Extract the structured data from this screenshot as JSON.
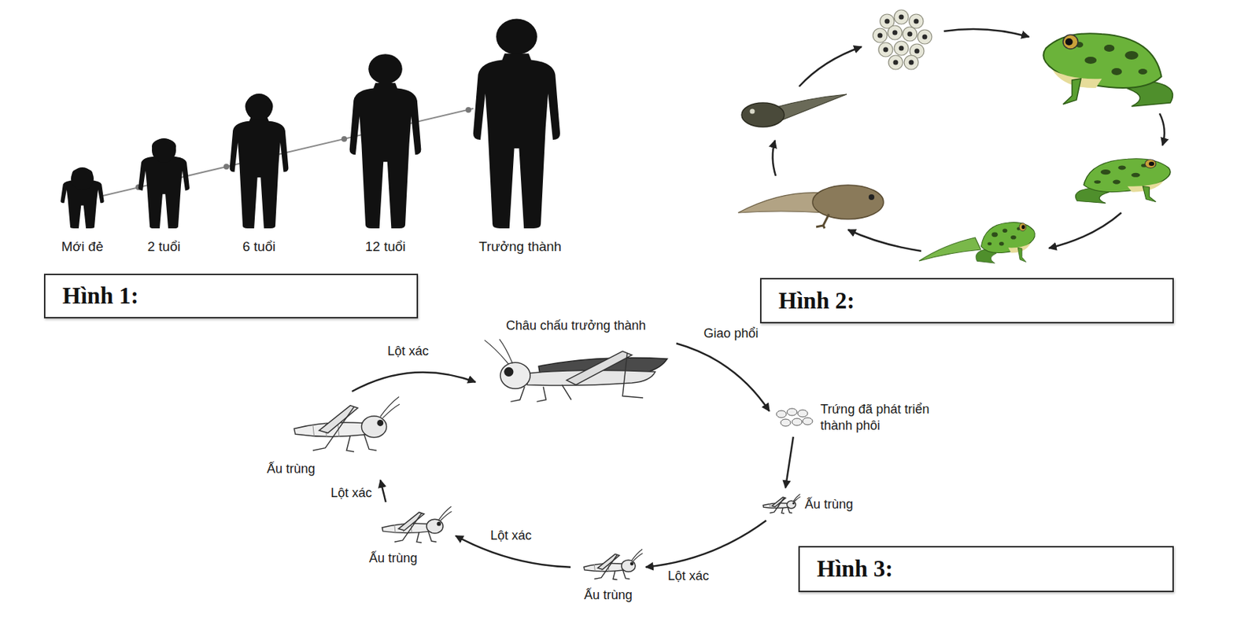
{
  "diagram": {
    "nodes": [
      {
        "text": [
          "Hình 1:"
        ]
      },
      {
        "text": [
          "Hình 2:"
        ]
      },
      {
        "text": [
          "Châu chấu trưởng thành"
        ]
      },
      {
        "text": [
          "Trứng đã phát triển thành phôi"
        ]
      },
      {
        "text": [
          "Ấu trùng"
        ]
      },
      {
        "text": [
          "Ấu trùng"
        ]
      },
      {
        "text": [
          "Ấu trùng"
        ]
      },
      {
        "text": [
          "Ấu trùng"
        ]
      },
      {
        "text": [
          "Hình 3:"
        ]
      }
    ],
    "edges": [
      {
        "from": 2,
        "to": 3,
        "label": "Giao phổi",
        "arrow": "to"
      },
      {
        "from": 3,
        "to": 4,
        "arrow": "to"
      },
      {
        "from": 4,
        "to": 5,
        "label": "Lột xác",
        "arrow": "to"
      },
      {
        "from": 5,
        "to": 6,
        "label": "Lột xác",
        "arrow": "to"
      },
      {
        "from": 6,
        "to": 7,
        "label": "Lột xác",
        "arrow": "to"
      },
      {
        "from": 7,
        "to": 2,
        "label": "Lột xác",
        "arrow": "to"
      }
    ],
    "labels": [
      "Mới đẻ",
      "2 tuổi",
      "6 tuổi",
      "12 tuổi",
      "Trưởng thành"
    ]
  }
}
